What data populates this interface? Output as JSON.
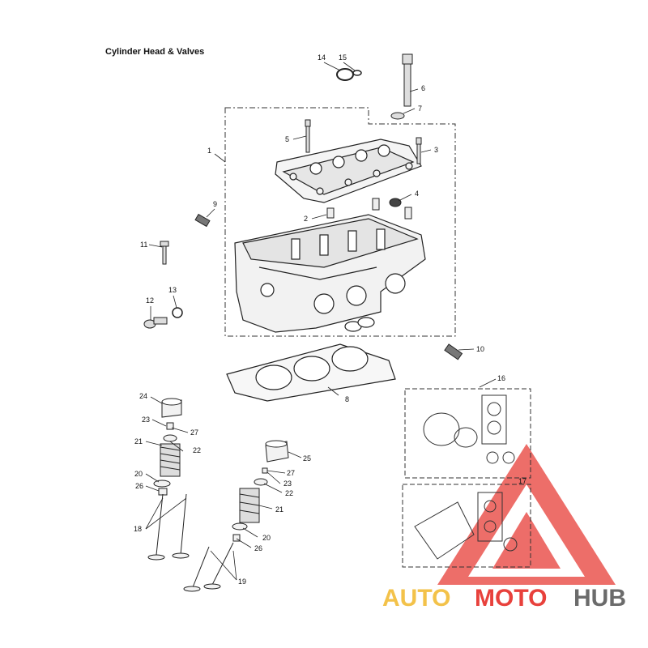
{
  "title": "Cylinder Head & Valves",
  "callouts": [
    "1",
    "2",
    "3",
    "4",
    "5",
    "6",
    "7",
    "8",
    "9",
    "10",
    "11",
    "12",
    "13",
    "14",
    "15",
    "16",
    "17",
    "18",
    "19",
    "20",
    "21",
    "22",
    "23",
    "24",
    "25",
    "26",
    "27"
  ],
  "watermark": {
    "part1": "AUTO",
    "part2": "MOTO",
    "part3": "HUB",
    "colors": {
      "auto": "#f3c24a",
      "moto": "#e8413c",
      "hub": "#6b6b6b",
      "triangle": "#e8413c"
    }
  }
}
